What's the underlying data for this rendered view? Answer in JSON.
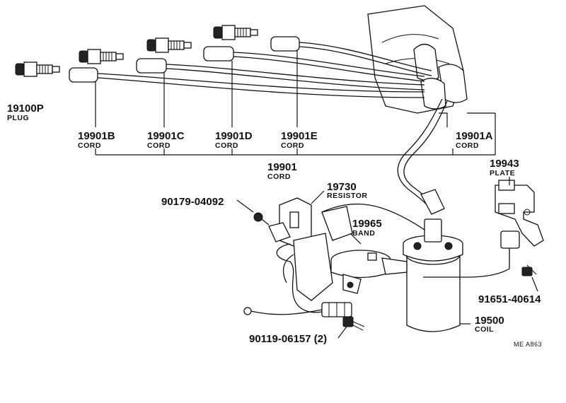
{
  "labels": {
    "plug": {
      "number": "19100P",
      "name": "PLUG"
    },
    "cord_b": {
      "number": "19901B",
      "name": "CORD"
    },
    "cord_c": {
      "number": "19901C",
      "name": "CORD"
    },
    "cord_d": {
      "number": "19901D",
      "name": "CORD"
    },
    "cord_e": {
      "number": "19901E",
      "name": "CORD"
    },
    "cord_a": {
      "number": "19901A",
      "name": "CORD"
    },
    "cord_set": {
      "number": "19901",
      "name": "CORD"
    },
    "plate": {
      "number": "19943",
      "name": "PLATE"
    },
    "resistor": {
      "number": "19730",
      "name": "RESISTOR"
    },
    "bolt_resistor": {
      "number": "90179-04092"
    },
    "band": {
      "number": "19965",
      "name": "BAND"
    },
    "bolt_plate": {
      "number": "91651-40614"
    },
    "coil": {
      "number": "19500",
      "name": "COIL"
    },
    "bolt_band": {
      "number": "90119-06157 (2)"
    }
  },
  "figure_ref": "ME A863"
}
